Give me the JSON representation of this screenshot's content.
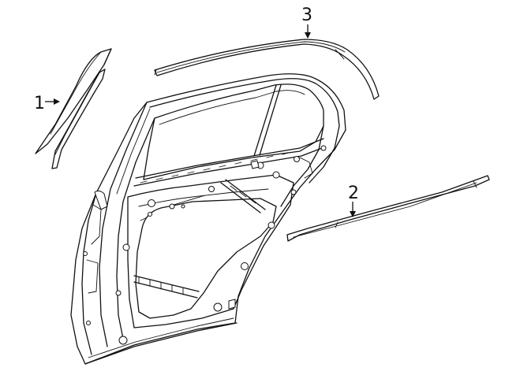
{
  "callouts": [
    {
      "id": "1",
      "label": "1",
      "part": "front-vertical-channel-weatherstrip"
    },
    {
      "id": "2",
      "label": "2",
      "part": "belt-outer-weatherstrip"
    },
    {
      "id": "3",
      "label": "3",
      "part": "roof-frame-weatherstrip"
    }
  ],
  "colors": {
    "line": "#111111",
    "background": "#ffffff"
  }
}
